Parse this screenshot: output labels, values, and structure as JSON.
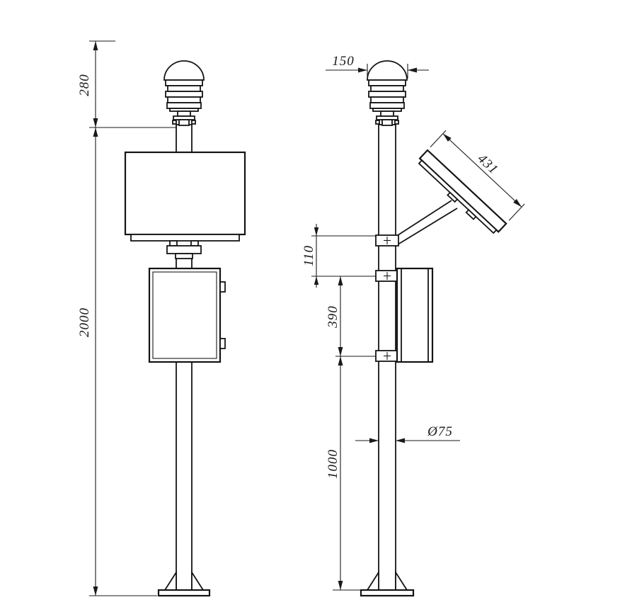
{
  "dims": {
    "front_sensor_height": "280",
    "front_total_height": "2000",
    "side_sensor_width": "150",
    "side_panel_length": "431",
    "side_gap_110": "110",
    "side_cabinet_390": "390",
    "side_lower_1000": "1000",
    "side_pole_diameter": "Ø75"
  }
}
